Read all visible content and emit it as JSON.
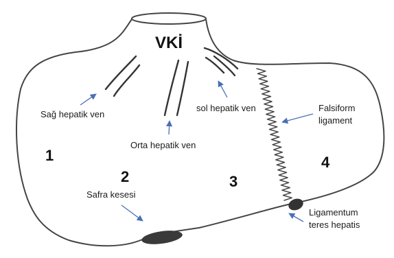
{
  "title": "VKİ",
  "segments": [
    "1",
    "2",
    "3",
    "4"
  ],
  "labels": {
    "sag_hepatik_ven": "Sağ hepatik ven",
    "orta_hepatik_ven": "Orta hepatik ven",
    "sol_hepatik_ven": "sol hepatik ven",
    "falsiform_line1": "Falsiform",
    "falsiform_line2": "ligament",
    "safra_kesesi": "Safra kesesi",
    "lig_teres_line1": "Ligamentum",
    "lig_teres_line2": "teres hepatis"
  },
  "colors": {
    "outline": "#444444",
    "arrow": "#4a6fb5",
    "gallbladder": "#3a3a3a"
  }
}
